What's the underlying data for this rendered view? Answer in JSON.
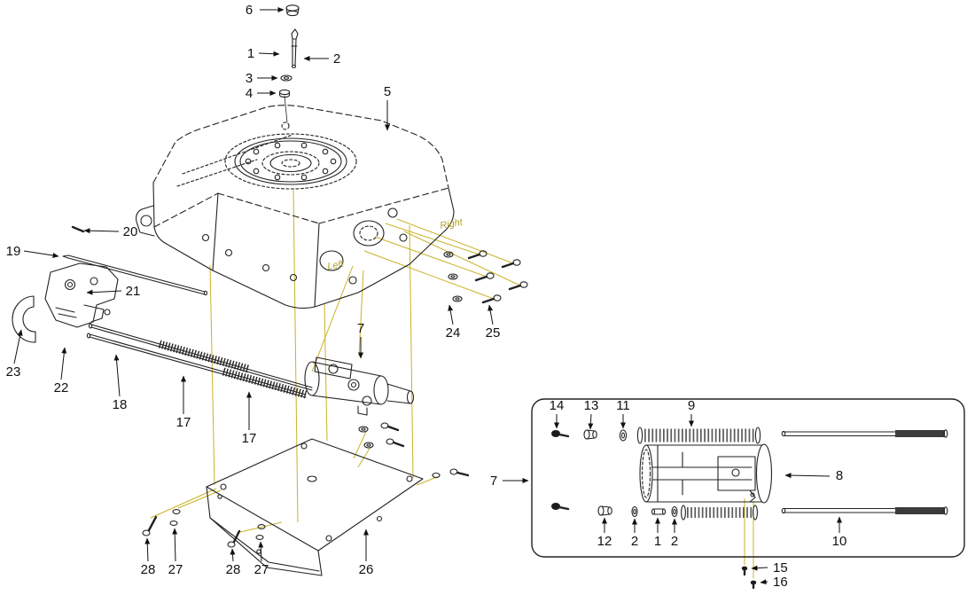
{
  "colors": {
    "background": "#ffffff",
    "line": "#222222",
    "projection_line": "#c9b227",
    "callout_text": "#111111",
    "side_label_text": "#b3a125"
  },
  "side_labels": {
    "left": "Left",
    "right": "Right"
  },
  "callouts": {
    "c1": "1",
    "c2": "2",
    "c3": "3",
    "c4": "4",
    "c5": "5",
    "c6": "6",
    "c7": "7",
    "c17a": "17",
    "c17b": "17",
    "c18": "18",
    "c19": "19",
    "c20": "20",
    "c21": "21",
    "c22": "22",
    "c23": "23",
    "c24": "24",
    "c25": "25",
    "c26": "26",
    "c27a": "27",
    "c27b": "27",
    "c28a": "28",
    "c28b": "28",
    "i7": "7",
    "i8": "8",
    "i9": "9",
    "i10": "10",
    "i11": "11",
    "i12": "12",
    "i13": "13",
    "i14": "14",
    "i15": "15",
    "i16": "16",
    "i1": "1",
    "i2a": "2",
    "i2b": "2"
  }
}
